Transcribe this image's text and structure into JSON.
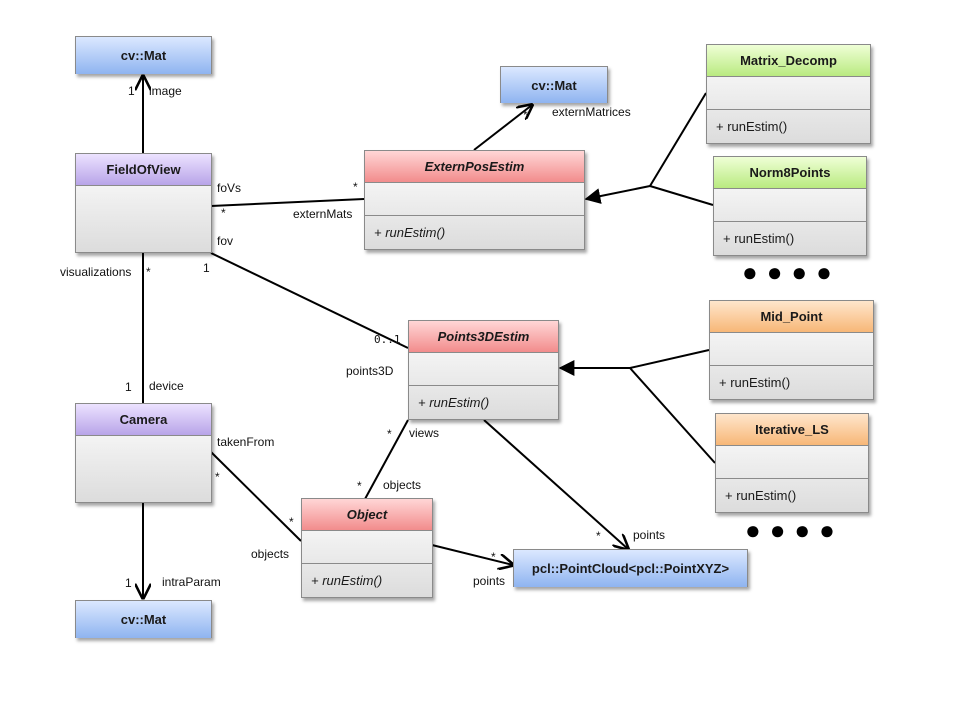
{
  "classes": {
    "mat_top": {
      "name": "cv::Mat"
    },
    "mat_extern": {
      "name": "cv::Mat"
    },
    "mat_bottom": {
      "name": "cv::Mat"
    },
    "field_of_view": {
      "name": "FieldOfView"
    },
    "camera": {
      "name": "Camera"
    },
    "extern_pos_estim": {
      "name": "ExternPosEstim",
      "op": "+ runEstim()"
    },
    "points3d_estim": {
      "name": "Points3DEstim",
      "op": "+ runEstim()"
    },
    "object": {
      "name": "Object",
      "op": "+ runEstim()"
    },
    "matrix_decomp": {
      "name": "Matrix_Decomp",
      "op": "+ runEstim()"
    },
    "norm8points": {
      "name": "Norm8Points",
      "op": "+ runEstim()"
    },
    "mid_point": {
      "name": "Mid_Point",
      "op": "+ runEstim()"
    },
    "iterative_ls": {
      "name": "Iterative_LS",
      "op": "+ runEstim()"
    },
    "point_cloud": {
      "name": "pcl::PointCloud<pcl::PointXYZ>"
    }
  },
  "labels": {
    "image_mult": "1",
    "image_role": "image",
    "extern_matrices_mult": "*",
    "extern_matrices_role": "externMatrices",
    "fovs_role": "foVs",
    "fovs_mult": "*",
    "extern_mats_mult": "*",
    "extern_mats_role": "externMats",
    "fov_role": "fov",
    "fov_mult": "1",
    "visualizations_role": "visualizations",
    "visualizations_mult": "*",
    "device_mult": "1",
    "device_role": "device",
    "p3d_mult": "0..1",
    "p3d_role": "points3D",
    "views_mult": "*",
    "views_role": "views",
    "taken_from_role": "takenFrom",
    "taken_from_mult": "*",
    "objects_mult_a": "*",
    "objects_role_a": "objects",
    "objects_mult_b": "*",
    "objects_role_b": "objects",
    "points_mult_a": "*",
    "points_role_a": "points",
    "points_mult_b": "*",
    "points_role_b": "points",
    "intra_mult": "1",
    "intra_role": "intraParam",
    "dots_top": "●●●●",
    "dots_bottom": "●●●●"
  }
}
